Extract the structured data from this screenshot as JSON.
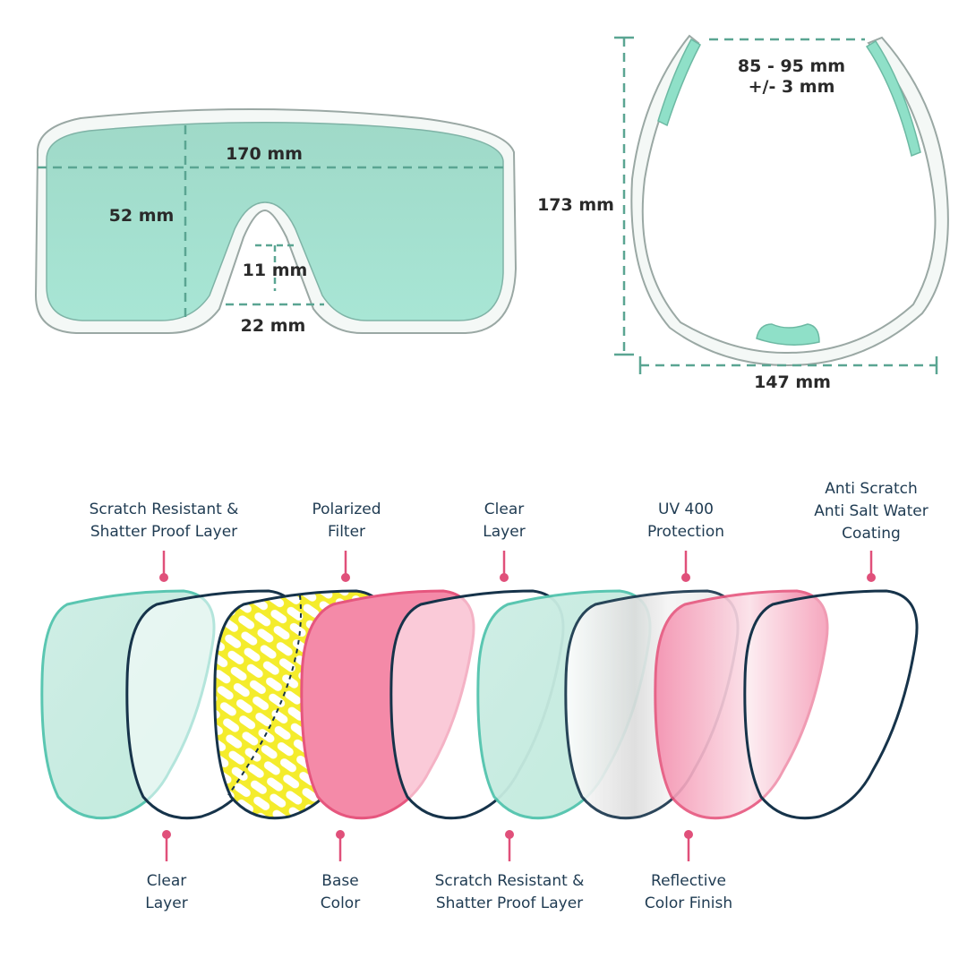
{
  "front_view": {
    "width_label": "170 mm",
    "height_label": "52 mm",
    "bridge_height_label": "11 mm",
    "bridge_width_label": "22 mm"
  },
  "top_view": {
    "temple_spread_label": "85 - 95 mm",
    "temple_tolerance_label": "+/- 3 mm",
    "depth_label": "173 mm",
    "width_label": "147 mm"
  },
  "layers": {
    "top_labels": [
      {
        "lines": [
          "Scratch Resistant &",
          "Shatter Proof Layer"
        ]
      },
      {
        "lines": [
          "Polarized",
          "Filter"
        ]
      },
      {
        "lines": [
          "Clear",
          "Layer"
        ]
      },
      {
        "lines": [
          "UV 400",
          "Protection"
        ]
      },
      {
        "lines": [
          "Anti Scratch",
          "Anti Salt Water",
          "Coating"
        ]
      }
    ],
    "bottom_labels": [
      {
        "lines": [
          "Clear",
          "Layer"
        ]
      },
      {
        "lines": [
          "Base",
          "Color"
        ]
      },
      {
        "lines": [
          "Scratch Resistant &",
          "Shatter Proof Layer"
        ]
      },
      {
        "lines": [
          "Reflective",
          "Color Finish"
        ]
      }
    ]
  },
  "colors": {
    "lens_mint": "#9fe0cc",
    "accent_pink": "#e0507a",
    "outline_navy": "#16334a",
    "dimension_green": "#4fa894",
    "polarized_yellow": "#f2ea2a",
    "base_pink": "#f48aa8"
  }
}
